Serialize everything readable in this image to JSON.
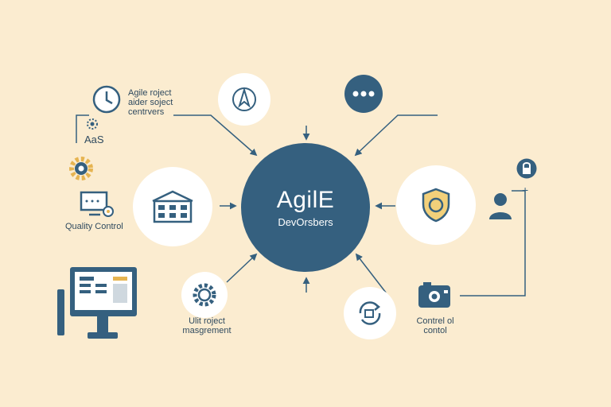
{
  "hub": {
    "title": "AgilE",
    "subtitle": "DevOrsbers"
  },
  "labels": {
    "top_left": [
      "Agile roject",
      "aider soject",
      "centrvers"
    ],
    "aas": "AaS",
    "quality": "Quality Control",
    "unit": [
      "Ulit roject",
      "masgrement"
    ],
    "control": [
      "Contrel ol",
      "contol"
    ]
  },
  "colors": {
    "navy": "#35607f",
    "accent": "#e6b451",
    "background": "#fbecd0",
    "node": "#ffffff"
  },
  "icons": {
    "clock": "clock-icon",
    "settings": "settings-icon",
    "gear": "gear-icon",
    "monitor": "monitor-icon",
    "compass": "compass-icon",
    "dots": "more-dots-icon",
    "building": "building-icon",
    "shield": "shield-icon",
    "user": "user-icon",
    "lock": "lock-icon",
    "cog": "cog-icon",
    "sync": "sync-icon",
    "camera": "camera-icon",
    "desktop": "desktop-icon"
  }
}
